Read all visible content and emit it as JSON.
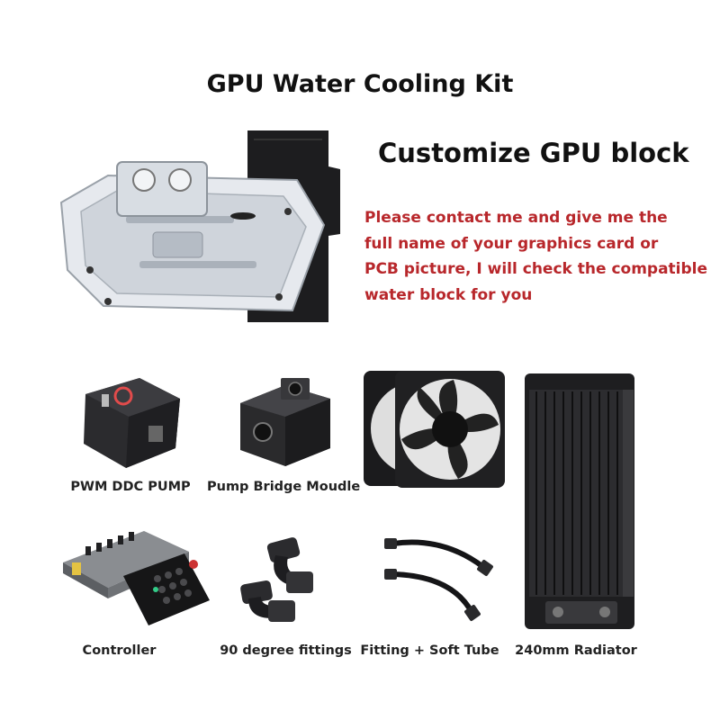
{
  "header": {
    "title": "GPU Water Cooling Kit"
  },
  "gpu_block": {
    "heading": "Customize GPU block",
    "note_lines": [
      "Please contact me and give me the",
      "full name of your graphics card or",
      "PCB picture, I will check the compatible",
      "water block for you"
    ]
  },
  "products": [
    {
      "label": "PWM DDC PUMP",
      "icon": "ddc-pump-icon"
    },
    {
      "label": "Pump Bridge Moudle",
      "icon": "pump-bridge-icon"
    },
    {
      "label": "Controller",
      "icon": "controller-icon"
    },
    {
      "label": "90 degree fittings",
      "icon": "fittings-icon"
    },
    {
      "label": "Fitting + Soft Tube",
      "icon": "soft-tube-icon"
    },
    {
      "label": "240mm Radiator",
      "icon": "radiator-icon"
    }
  ],
  "colors": {
    "note": "#b8272b",
    "text": "#111111"
  }
}
